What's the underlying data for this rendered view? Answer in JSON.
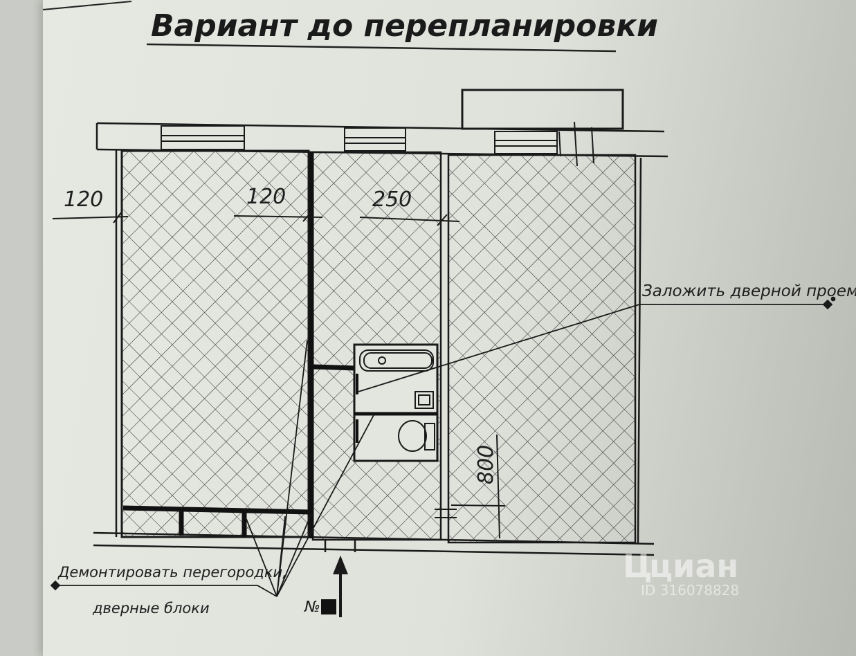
{
  "title": "Вариант до перепланировки",
  "dimensions": {
    "left_wall": "120",
    "partition": "120",
    "middle": "250",
    "door": "800"
  },
  "annotations": {
    "brick_up_door": "Заложить дверной проем",
    "demolish_line1": "Демонтировать перегородки,",
    "demolish_line2": "дверные блоки",
    "entrance_number": "№"
  },
  "watermark": {
    "brand": "циан",
    "id": "ID 316078828"
  },
  "colors": {
    "ink": "#1a1a1a",
    "paper": "#e3e5df"
  }
}
